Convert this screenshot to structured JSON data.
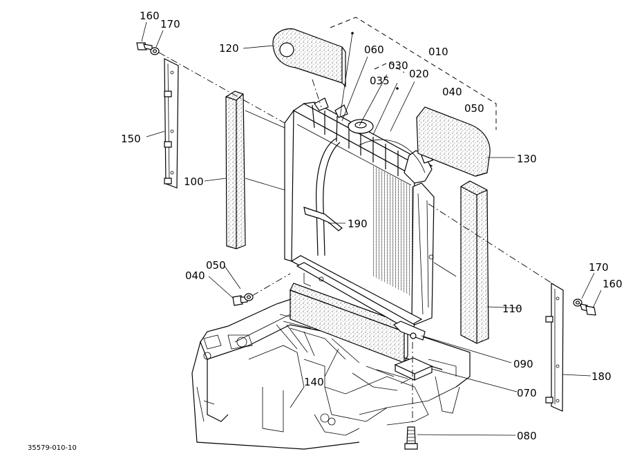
{
  "drawing_number": "35579-010-10",
  "callouts": [
    {
      "id": "c160a",
      "text": "160"
    },
    {
      "id": "c170a",
      "text": "170"
    },
    {
      "id": "c120",
      "text": "120"
    },
    {
      "id": "c060",
      "text": "060"
    },
    {
      "id": "c010",
      "text": "010"
    },
    {
      "id": "c030",
      "text": "030"
    },
    {
      "id": "c020",
      "text": "020"
    },
    {
      "id": "c035",
      "text": "035"
    },
    {
      "id": "c040a",
      "text": "040"
    },
    {
      "id": "c050a",
      "text": "050"
    },
    {
      "id": "c150",
      "text": "150"
    },
    {
      "id": "c130",
      "text": "130"
    },
    {
      "id": "c100",
      "text": "100"
    },
    {
      "id": "c190",
      "text": "190"
    },
    {
      "id": "c050b",
      "text": "050"
    },
    {
      "id": "c040b",
      "text": "040"
    },
    {
      "id": "c170b",
      "text": "170"
    },
    {
      "id": "c160b",
      "text": "160"
    },
    {
      "id": "c110",
      "text": "110"
    },
    {
      "id": "c090",
      "text": "090"
    },
    {
      "id": "c140",
      "text": "140"
    },
    {
      "id": "c070",
      "text": "070"
    },
    {
      "id": "c180",
      "text": "180"
    },
    {
      "id": "c080",
      "text": "080"
    }
  ]
}
